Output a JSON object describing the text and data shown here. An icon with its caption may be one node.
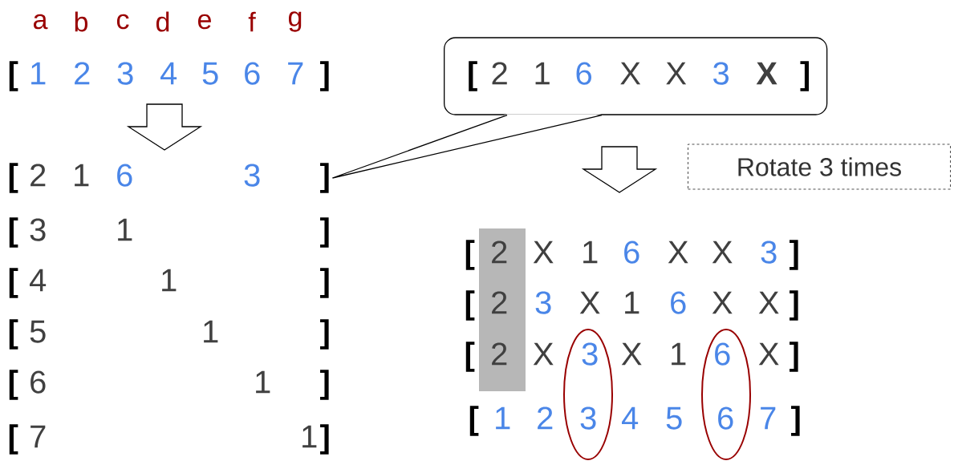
{
  "diagram": {
    "nodes": [
      {
        "text": [
          "[",
          "1",
          "2",
          "3",
          "4",
          "5",
          "6",
          "7",
          "]"
        ]
      },
      {
        "text": [
          "[",
          "2",
          "1",
          "6",
          "3",
          "]"
        ]
      },
      {
        "text": [
          "[",
          "3",
          "1",
          "]"
        ]
      },
      {
        "text": [
          "[",
          "4",
          "1",
          "]"
        ]
      },
      {
        "text": [
          "[",
          "5",
          "1",
          "]"
        ]
      },
      {
        "text": [
          "[",
          "6",
          "1",
          "]"
        ]
      },
      {
        "text": [
          "[",
          "7",
          "1",
          "]"
        ]
      },
      {
        "text": [
          "[",
          "2",
          "1",
          "6",
          "X",
          "X",
          "3",
          "X",
          "]"
        ]
      },
      {
        "text": [
          "Rotate 3 times"
        ]
      },
      {
        "text": [
          "[",
          "2",
          "X",
          "1",
          "6",
          "X",
          "X",
          "3",
          "]"
        ]
      },
      {
        "text": [
          "[",
          "2",
          "3",
          "X",
          "1",
          "6",
          "X",
          "X",
          "]"
        ]
      },
      {
        "text": [
          "[",
          "2",
          "X",
          "3",
          "X",
          "1",
          "6",
          "X",
          "]"
        ]
      },
      {
        "text": [
          "[",
          "1",
          "2",
          "3",
          "4",
          "5",
          "6",
          "7",
          "]"
        ]
      }
    ],
    "edges": [
      {
        "from": 0,
        "to": 1,
        "arrow": "to"
      },
      {
        "from": 7,
        "to": 1,
        "arrow": "none"
      },
      {
        "from": 7,
        "to": 9,
        "arrow": "to"
      }
    ],
    "labels": [
      "a",
      "b",
      "c",
      "d",
      "e",
      "f",
      "g"
    ]
  }
}
